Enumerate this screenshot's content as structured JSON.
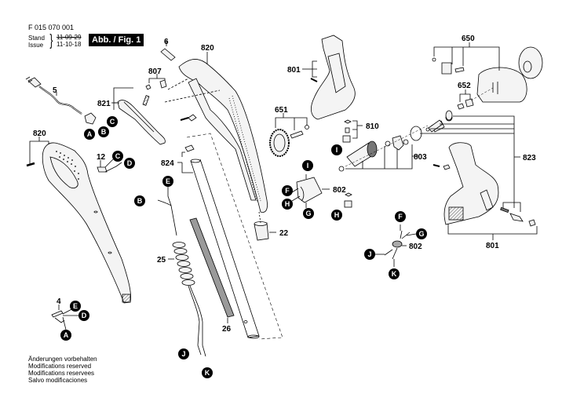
{
  "header": {
    "doc_number": "F 015 070 001",
    "stand_label": "Stand",
    "issue_label": "Issue",
    "stand_date_struck": "11-09-29",
    "issue_date": "11-10-18",
    "figure_badge": "Abb. / Fig. 1"
  },
  "footer": {
    "lines": [
      "Änderungen vorbehalten",
      "Modifications reserved",
      "Modifications reservees",
      "Salvo modificaciones"
    ]
  },
  "part_numbers": {
    "p5": "5",
    "p6": "6",
    "p807": "807",
    "p820_top": "820",
    "p821": "821",
    "p820_left": "820",
    "p12": "12",
    "p4": "4",
    "p824": "824",
    "p25": "25",
    "p26": "26",
    "p22": "22",
    "p801_top": "801",
    "p651": "651",
    "p810": "810",
    "p803": "803",
    "p802_stator": "802",
    "p802_brush": "802",
    "p650": "650",
    "p652": "652",
    "p823": "823",
    "p801_bottom": "801"
  },
  "connection_labels": {
    "A": "A",
    "B": "B",
    "C": "C",
    "D": "D",
    "E": "E",
    "F": "F",
    "G": "G",
    "H": "H",
    "I": "I",
    "J": "J",
    "K": "K"
  },
  "colors": {
    "ink": "#000000",
    "paper": "#ffffff",
    "part_fill": "#f2f2f2",
    "shade": "#8a8a8a"
  }
}
